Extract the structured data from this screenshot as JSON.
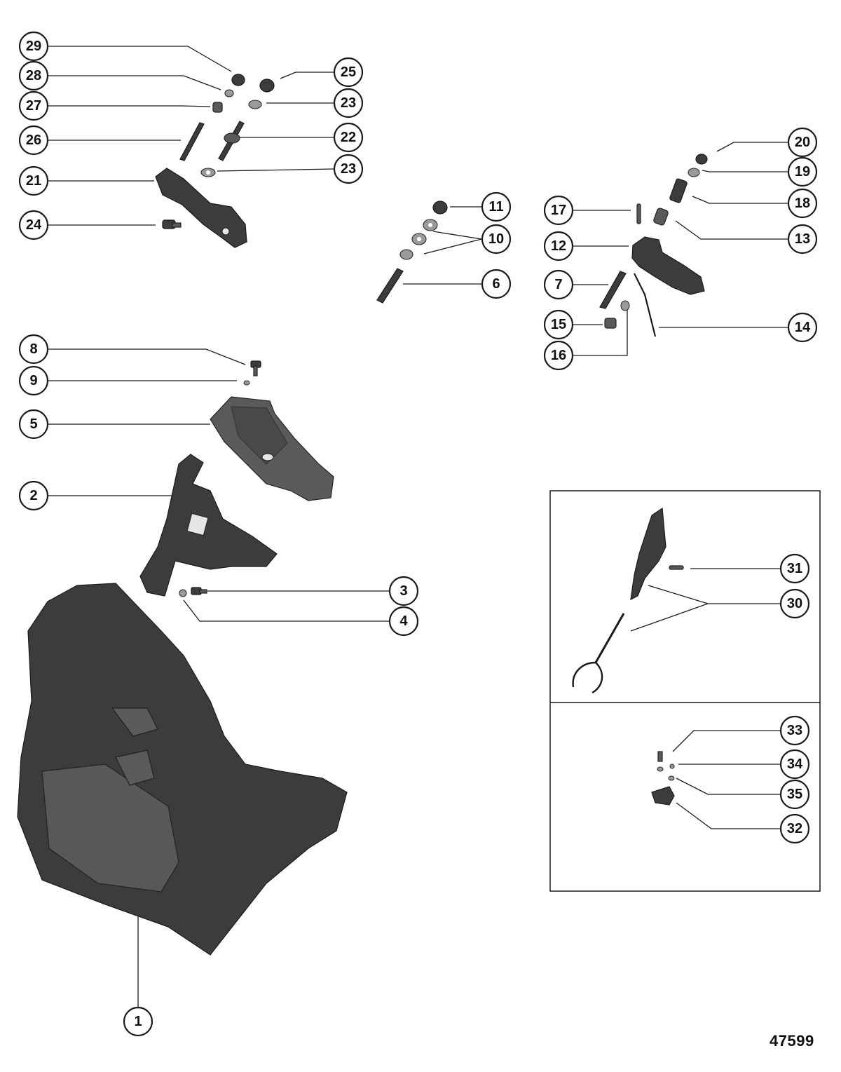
{
  "drawing_number": "47599",
  "callouts": [
    {
      "label": "29"
    },
    {
      "label": "28"
    },
    {
      "label": "27"
    },
    {
      "label": "26"
    },
    {
      "label": "21"
    },
    {
      "label": "24"
    },
    {
      "label": "25"
    },
    {
      "label": "23"
    },
    {
      "label": "22"
    },
    {
      "label": "23"
    },
    {
      "label": "11"
    },
    {
      "label": "10"
    },
    {
      "label": "6"
    },
    {
      "label": "17"
    },
    {
      "label": "12"
    },
    {
      "label": "7"
    },
    {
      "label": "15"
    },
    {
      "label": "16"
    },
    {
      "label": "20"
    },
    {
      "label": "19"
    },
    {
      "label": "18"
    },
    {
      "label": "13"
    },
    {
      "label": "14"
    },
    {
      "label": "8"
    },
    {
      "label": "9"
    },
    {
      "label": "5"
    },
    {
      "label": "2"
    },
    {
      "label": "3"
    },
    {
      "label": "4"
    },
    {
      "label": "1"
    },
    {
      "label": "31"
    },
    {
      "label": "30"
    },
    {
      "label": "33"
    },
    {
      "label": "34"
    },
    {
      "label": "35"
    },
    {
      "label": "32"
    }
  ]
}
